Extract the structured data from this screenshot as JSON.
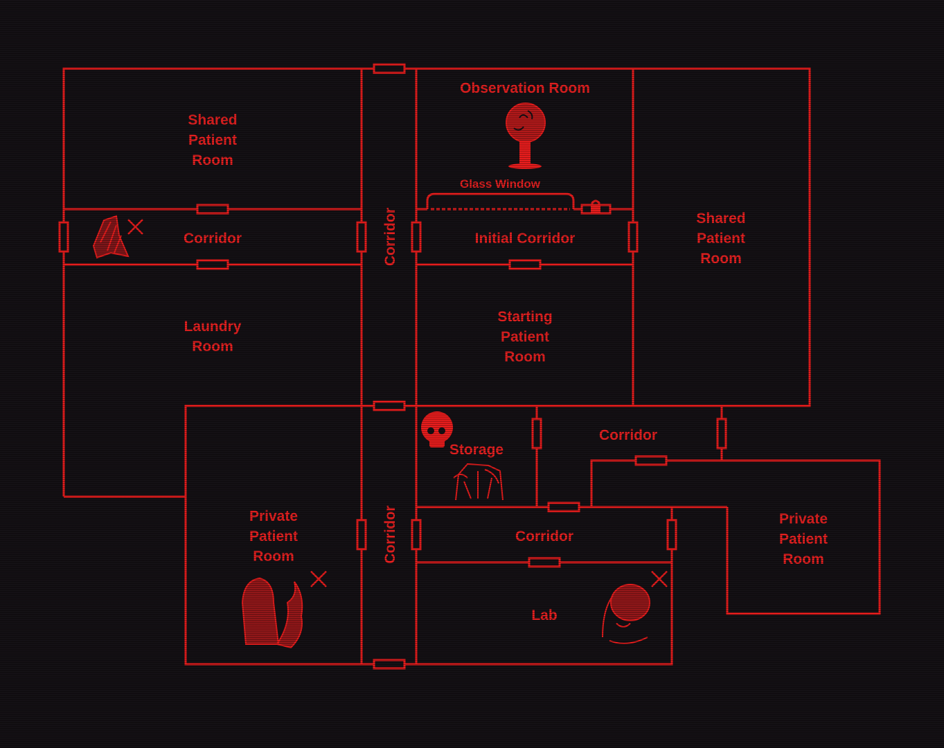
{
  "colors": {
    "wall": "#ff1f1f",
    "background": "#151116"
  },
  "rooms": {
    "shared_patient_room_left": [
      "Shared",
      "Patient",
      "Room"
    ],
    "corridor_left": "Corridor",
    "laundry_room": [
      "Laundry",
      "Room"
    ],
    "corridor_vertical_top": "Corridor",
    "observation_room": "Observation Room",
    "glass_window": "Glass Window",
    "initial_corridor": "Initial Corridor",
    "starting_patient_room": [
      "Starting",
      "Patient",
      "Room"
    ],
    "shared_patient_room_right": [
      "Shared",
      "Patient",
      "Room"
    ],
    "storage": "Storage",
    "corridor_right": "Corridor",
    "private_patient_room_left": [
      "Private",
      "Patient",
      "Room"
    ],
    "corridor_vertical_bottom": "Corridor",
    "corridor_middle": "Corridor",
    "lab": "Lab",
    "private_patient_room_right": [
      "Private",
      "Patient",
      "Room"
    ]
  },
  "icons": {
    "skull": "skull-icon",
    "lock": "lock-icon",
    "defeated_marker": "x-mark-icon",
    "monsters": [
      "moth-monster",
      "tree-monster",
      "crawler-monster",
      "flame-monster",
      "skull-monster"
    ]
  }
}
